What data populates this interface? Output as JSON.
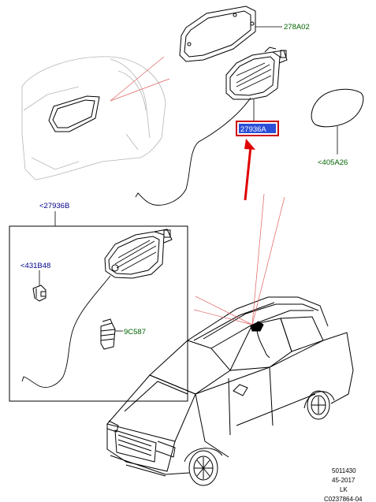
{
  "parts": {
    "p278a02": {
      "label": "278A02",
      "color": "#006400"
    },
    "p27936a": {
      "label": "27936A",
      "color": "#00008b",
      "highlight": "#cc0000",
      "selected_bg": "#2b4fd8"
    },
    "p405a26": {
      "label": "<405A26",
      "color": "#006400"
    },
    "p27936b": {
      "label": "<27936B",
      "color": "#00008b"
    },
    "p431b48": {
      "label": "<431B48",
      "color": "#00008b"
    },
    "p9c587": {
      "label": "9C587",
      "color": "#006400"
    }
  },
  "footer": {
    "line1": "5011430",
    "line2": "45-2017",
    "line3": "LK",
    "line4": "C0237864-04"
  },
  "colors": {
    "pointer_arrow": "#e00000",
    "leader_lines": "#e06060",
    "drawing": "#000000"
  }
}
